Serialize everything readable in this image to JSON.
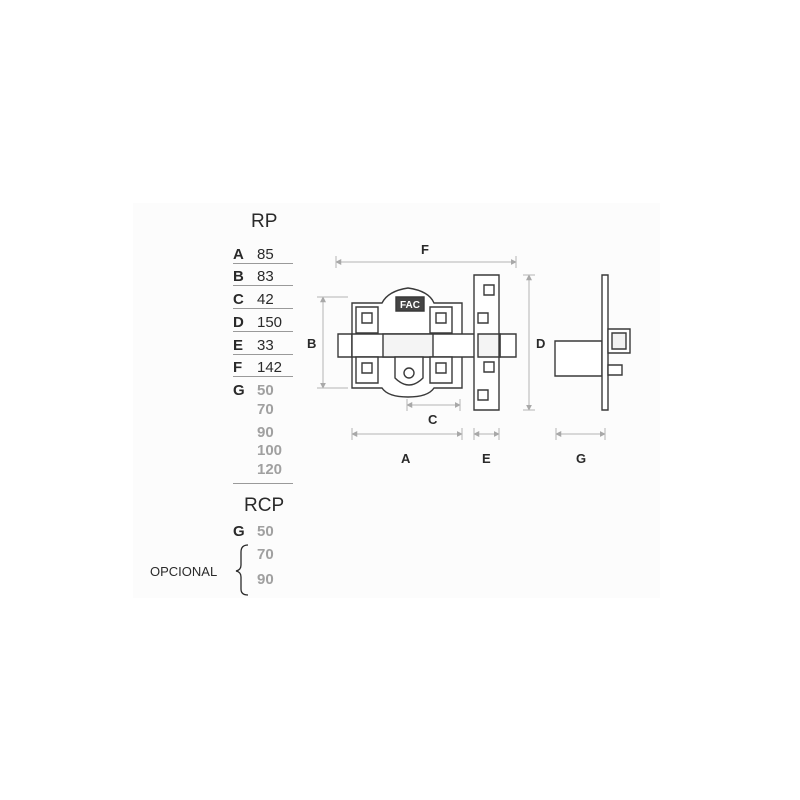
{
  "rp": {
    "title": "RP",
    "rows": [
      {
        "key": "A",
        "value": "85"
      },
      {
        "key": "B",
        "value": "83"
      },
      {
        "key": "C",
        "value": "42"
      },
      {
        "key": "D",
        "value": "150"
      },
      {
        "key": "E",
        "value": "33"
      },
      {
        "key": "F",
        "value": "142"
      }
    ],
    "g_key": "G",
    "g_values": [
      "50",
      "70",
      "90",
      "100",
      "120"
    ]
  },
  "rcp": {
    "title": "RCP",
    "g_key": "G",
    "g_value": "50",
    "optional_label": "OPCIONAL",
    "optional_values": [
      "70",
      "90"
    ]
  },
  "drawing": {
    "logo_text": "FAC",
    "dimension_labels": {
      "F": "F",
      "B": "B",
      "C": "C",
      "D": "D",
      "A": "A",
      "E": "E",
      "G": "G"
    }
  },
  "colors": {
    "line": "#3a3a3a",
    "dim": "#b5b5b5",
    "muted_value": "#a0a0a0"
  }
}
